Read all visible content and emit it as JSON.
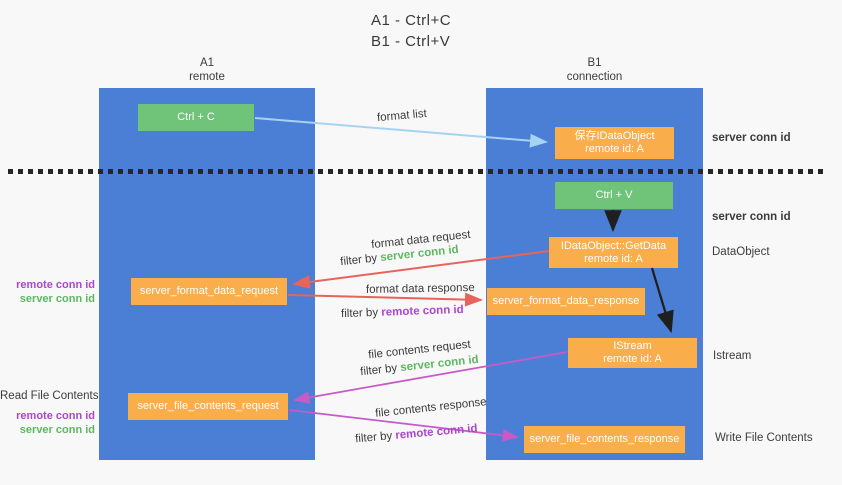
{
  "title": {
    "line1": "A1 - Ctrl+C",
    "line2": "B1 - Ctrl+V"
  },
  "columns": {
    "left": {
      "name_line": "A1",
      "role_line": "remote"
    },
    "right": {
      "name_line": "B1",
      "role_line": "connection"
    }
  },
  "nodes": {
    "ctrl_c": {
      "label": "Ctrl + C"
    },
    "ctrl_v": {
      "label": "Ctrl + V"
    },
    "save_dataobject": {
      "line1": "保存IDataObject",
      "line2": "remote id: A"
    },
    "getdata": {
      "line1": "IDataObject::GetData",
      "line2": "remote id: A"
    },
    "istream": {
      "line1": "IStream",
      "line2": "remote id: A"
    },
    "format_request": {
      "label": "server_format_data_request"
    },
    "format_response": {
      "label": "server_format_data_response"
    },
    "file_request": {
      "label": "server_file_contents_request"
    },
    "file_response": {
      "label": "server_file_contents_response"
    }
  },
  "flow_labels": {
    "format_list": "format list",
    "format_data_request": "format data request",
    "format_data_response": "format data response",
    "file_contents_request": "file contents request",
    "file_contents_response": "file contents response",
    "filter_by": "filter by ",
    "server_conn_id": "server conn id",
    "remote_conn_id": "remote conn id"
  },
  "side_labels": {
    "right_server_conn_id_top": "server conn id",
    "right_server_conn_id_mid": "server conn id",
    "dataobject": "DataObject",
    "istream": "Istream",
    "write_file_contents": "Write File Contents",
    "read_file_contents": "Read File Contents",
    "left_remote_conn_id_1": "remote conn id",
    "left_server_conn_id_1": "server conn id",
    "left_remote_conn_id_2": "remote conn id",
    "left_server_conn_id_2": "server conn id"
  },
  "colors": {
    "background": "#f8f8f8",
    "column_blue": "#4a7fd5",
    "node_green": "#6fc479",
    "node_orange": "#faad4b",
    "green_text": "#5cb860",
    "purple_text": "#ab47cf",
    "arrow_lightblue": "#a6d3f2",
    "arrow_red": "#e8635a",
    "arrow_magenta": "#c75ac7",
    "arrow_black": "#1f1f1f",
    "dotted_line": "#262626",
    "text_dark": "#3c3c3c"
  }
}
